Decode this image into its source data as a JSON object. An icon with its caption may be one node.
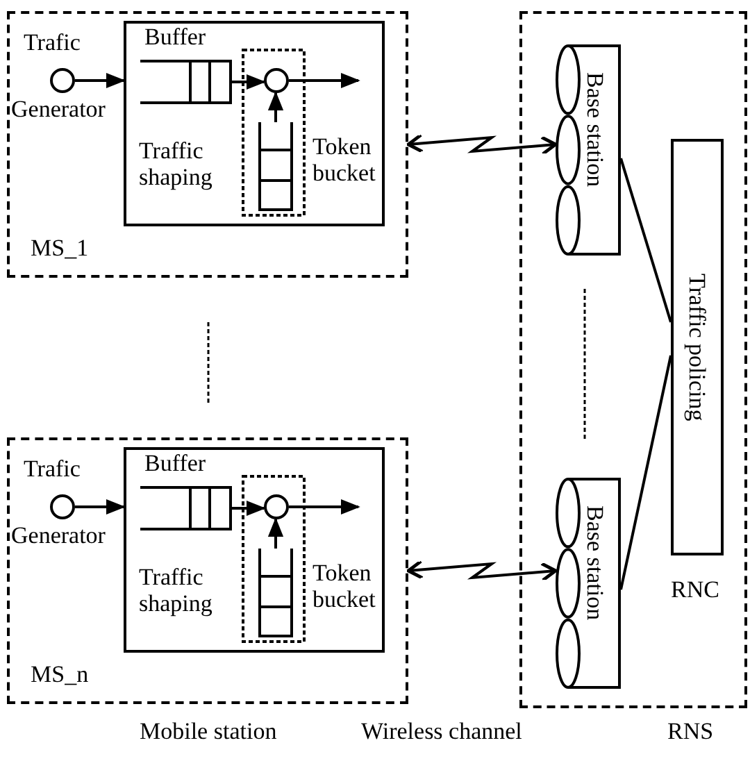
{
  "diagram": {
    "nodes": [
      {
        "text": [
          "MS_1"
        ]
      },
      {
        "text": [
          "Trafic",
          "Generator"
        ],
        "in": 0
      },
      {
        "text": [
          "Traffic shaping"
        ],
        "in": 0
      },
      {
        "text": [
          "Buffer"
        ],
        "in": 2
      },
      {
        "text": [
          "Token bucket"
        ],
        "in": 2
      },
      {
        "text": [],
        "shape": "circle",
        "in": 4
      },
      {
        "text": [],
        "shape": "bucket",
        "in": 4
      },
      {
        "text": [
          "MS_n"
        ]
      },
      {
        "text": [
          "Trafic",
          "Generator"
        ],
        "in": 7
      },
      {
        "text": [
          "Traffic shaping"
        ],
        "in": 7
      },
      {
        "text": [
          "Buffer"
        ],
        "in": 9
      },
      {
        "text": [
          "Token bucket"
        ],
        "in": 9
      },
      {
        "text": [],
        "shape": "circle",
        "in": 11
      },
      {
        "text": [],
        "shape": "bucket",
        "in": 11
      },
      {
        "text": [],
        "shape": "box"
      },
      {
        "text": [
          "Base station"
        ],
        "in": 14
      },
      {
        "text": [
          "Base station"
        ],
        "in": 14
      },
      {
        "text": [
          "Traffic policing"
        ],
        "beside": [
          "RNC"
        ],
        "in": 14
      }
    ],
    "edges": [
      {
        "from": 1,
        "to": 2,
        "arrow": "to"
      },
      {
        "from": 3,
        "to": 5,
        "arrow": "to"
      },
      {
        "from": 6,
        "to": 5,
        "arrow": "to"
      },
      {
        "from": 5,
        "to": null,
        "arrow": "to"
      },
      {
        "from": 8,
        "to": 9,
        "arrow": "to"
      },
      {
        "from": 10,
        "to": 12,
        "arrow": "to"
      },
      {
        "from": 13,
        "to": 12,
        "arrow": "to"
      },
      {
        "from": 12,
        "to": null,
        "arrow": "to"
      },
      {
        "from": 0,
        "to": 15,
        "arrow": "both"
      },
      {
        "from": 7,
        "to": 16,
        "arrow": "both"
      },
      {
        "from": 15,
        "to": 17,
        "arrow": "none"
      },
      {
        "from": 16,
        "to": 17,
        "arrow": "none"
      }
    ],
    "labels": [
      "Mobile station",
      "Wireless channel",
      "RNS"
    ]
  }
}
